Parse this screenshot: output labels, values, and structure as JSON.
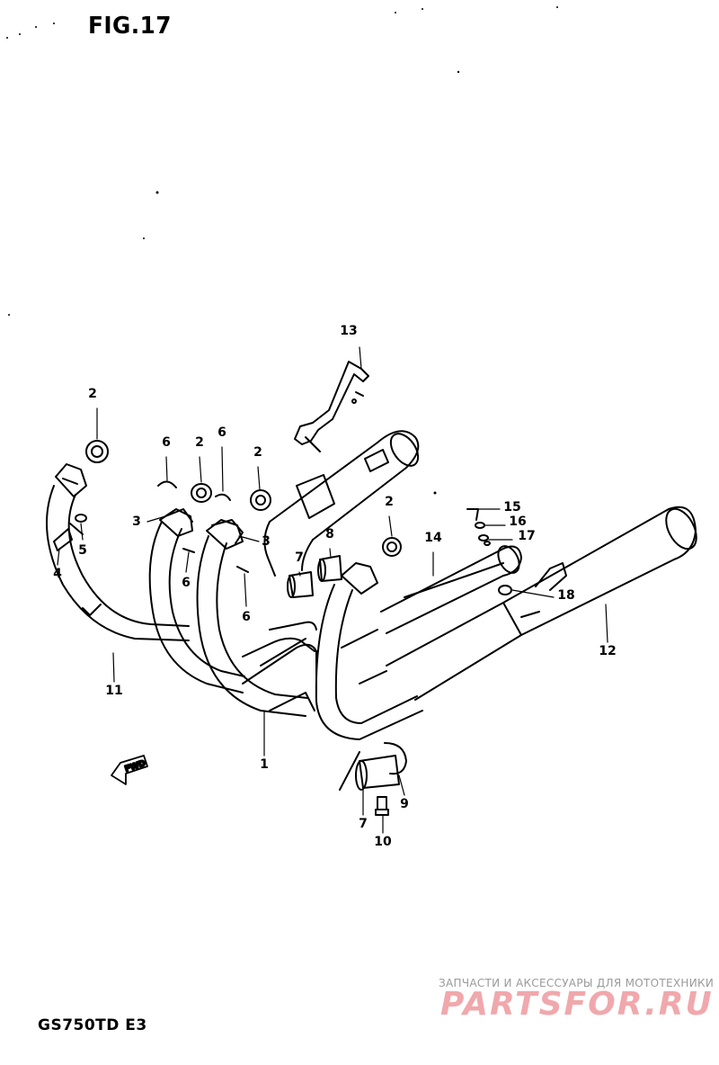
{
  "figure": {
    "title": "FIG.17",
    "model": "GS750TD  E3",
    "direction_label": "FWD"
  },
  "watermark": {
    "line1": "ЗАПЧАСТИ И АКСЕССУАРЫ ДЛЯ МОТОТЕХНИКИ",
    "line2": "PARTSFOR.RU"
  },
  "callouts": [
    {
      "label": "13"
    },
    {
      "label": "2"
    },
    {
      "label": "6"
    },
    {
      "label": "2"
    },
    {
      "label": "6"
    },
    {
      "label": "2"
    },
    {
      "label": "3"
    },
    {
      "label": "3"
    },
    {
      "label": "5"
    },
    {
      "label": "4"
    },
    {
      "label": "6"
    },
    {
      "label": "6"
    },
    {
      "label": "7"
    },
    {
      "label": "8"
    },
    {
      "label": "2"
    },
    {
      "label": "14"
    },
    {
      "label": "15"
    },
    {
      "label": "16"
    },
    {
      "label": "17"
    },
    {
      "label": "18"
    },
    {
      "label": "12"
    },
    {
      "label": "11"
    },
    {
      "label": "1"
    },
    {
      "label": "7"
    },
    {
      "label": "9"
    },
    {
      "label": "10"
    }
  ],
  "colors": {
    "line": "#000000",
    "watermark_red": "#f0a8ac",
    "watermark_gray": "#9a9a9a"
  }
}
